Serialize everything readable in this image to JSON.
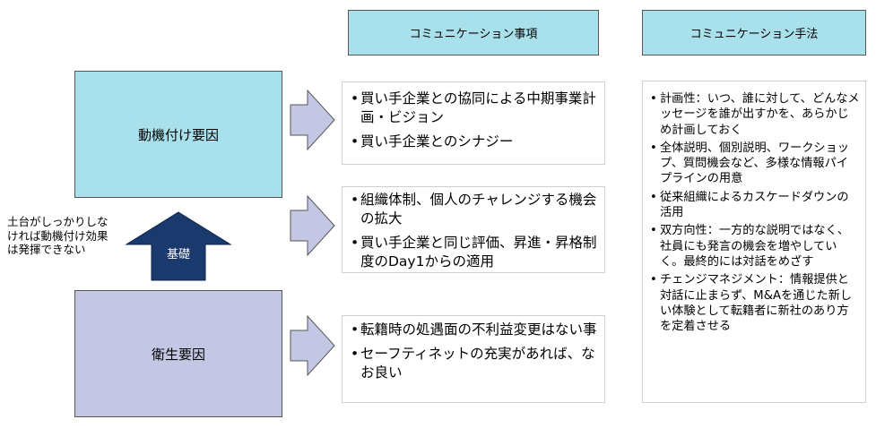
{
  "headers": {
    "items_title": "コミュニケーション事項",
    "methods_title": "コミュニケーション手法"
  },
  "factors": {
    "motivation": "動機付け要因",
    "hygiene": "衛生要因"
  },
  "foundation": {
    "arrow_label": "基礎",
    "note": "土台がしっかりしなければ動機付け効果は発揮できない"
  },
  "items": {
    "motivation": [
      "買い手企業との協同による中期事業計画・ビジョン",
      "買い手企業とのシナジー"
    ],
    "career": [
      "組織体制、個人のチャレンジする機会の拡大",
      "買い手企業と同じ評価、昇進・昇格制度のDay1からの適用"
    ],
    "hygiene": [
      "転籍時の処遇面の不利益変更はない事",
      "セーフティネットの充実があれば、なお良い"
    ]
  },
  "methods": [
    "計画性：いつ、誰に対して、どんなメッセージを誰が出すかを、あらかじめ計画しておく",
    "全体説明、個別説明、ワークショップ、質問機会など、多様な情報パイプラインの用意",
    "従来組織によるカスケードダウンの活用",
    "双方向性：一方的な説明ではなく、社員にも発言の機会を増やしていく。最終的には対話をめざす",
    "チェンジマネジメント：情報提供と対話に止まらず、M&Aを通じた新しい体験として転籍者に新社のあり方を定着させる"
  ],
  "colors": {
    "header_fill": "#a8e0ec",
    "motivation_fill": "#a8e0ec",
    "hygiene_fill": "#c3c7e3",
    "foundation_arrow": "#1a3a6e",
    "chevron_fill": "#c3c7e3"
  }
}
